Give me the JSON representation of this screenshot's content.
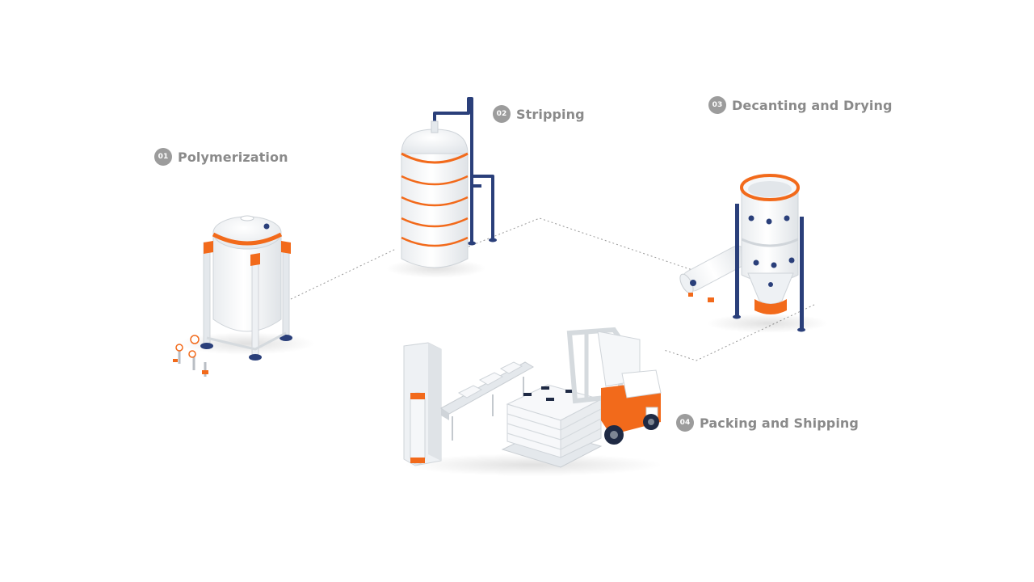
{
  "steps": [
    {
      "number": "01",
      "title": "Polymerization",
      "equipment_icon": "polymerization-reactor-icon"
    },
    {
      "number": "02",
      "title": "Stripping",
      "equipment_icon": "stripping-column-icon"
    },
    {
      "number": "03",
      "title": "Decanting and Drying",
      "equipment_icon": "dryer-decanter-icon"
    },
    {
      "number": "04",
      "title": "Packing and Shipping",
      "equipment_icon": "forklift-pallet-icon"
    }
  ],
  "colors": {
    "accent_orange": "#f26a1b",
    "pipe_navy": "#2a3f7a",
    "label_gray": "#8a8a8a",
    "badge_gray": "#9c9c9c",
    "connector_gray": "#9a9a9a"
  }
}
